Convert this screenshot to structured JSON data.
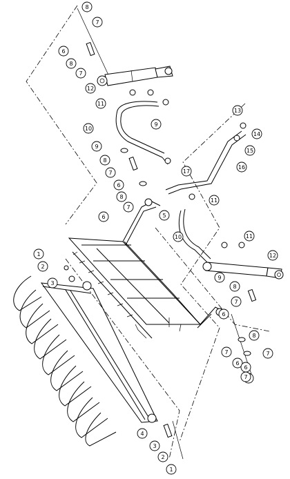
{
  "diagram": {
    "type": "exploded-parts-view",
    "callouts": [
      {
        "label": "8"
      },
      {
        "label": "7"
      },
      {
        "label": "6"
      },
      {
        "label": "8"
      },
      {
        "label": "7"
      },
      {
        "label": "12"
      },
      {
        "label": "11"
      },
      {
        "label": "10"
      },
      {
        "label": "9"
      },
      {
        "label": "8"
      },
      {
        "label": "7"
      },
      {
        "label": "6"
      },
      {
        "label": "8"
      },
      {
        "label": "7"
      },
      {
        "label": "6"
      },
      {
        "label": "5"
      },
      {
        "label": "13"
      },
      {
        "label": "14"
      },
      {
        "label": "15"
      },
      {
        "label": "16"
      },
      {
        "label": "17"
      },
      {
        "label": "9"
      },
      {
        "label": "10"
      },
      {
        "label": "11"
      },
      {
        "label": "11"
      },
      {
        "label": "12"
      },
      {
        "label": "9"
      },
      {
        "label": "1"
      },
      {
        "label": "2"
      },
      {
        "label": "3"
      },
      {
        "label": "8"
      },
      {
        "label": "7"
      },
      {
        "label": "6"
      },
      {
        "label": "8"
      },
      {
        "label": "7"
      },
      {
        "label": "6"
      },
      {
        "label": "8"
      },
      {
        "label": "7"
      },
      {
        "label": "6"
      },
      {
        "label": "7"
      },
      {
        "label": "4"
      },
      {
        "label": "3"
      },
      {
        "label": "2"
      },
      {
        "label": "1"
      }
    ]
  }
}
